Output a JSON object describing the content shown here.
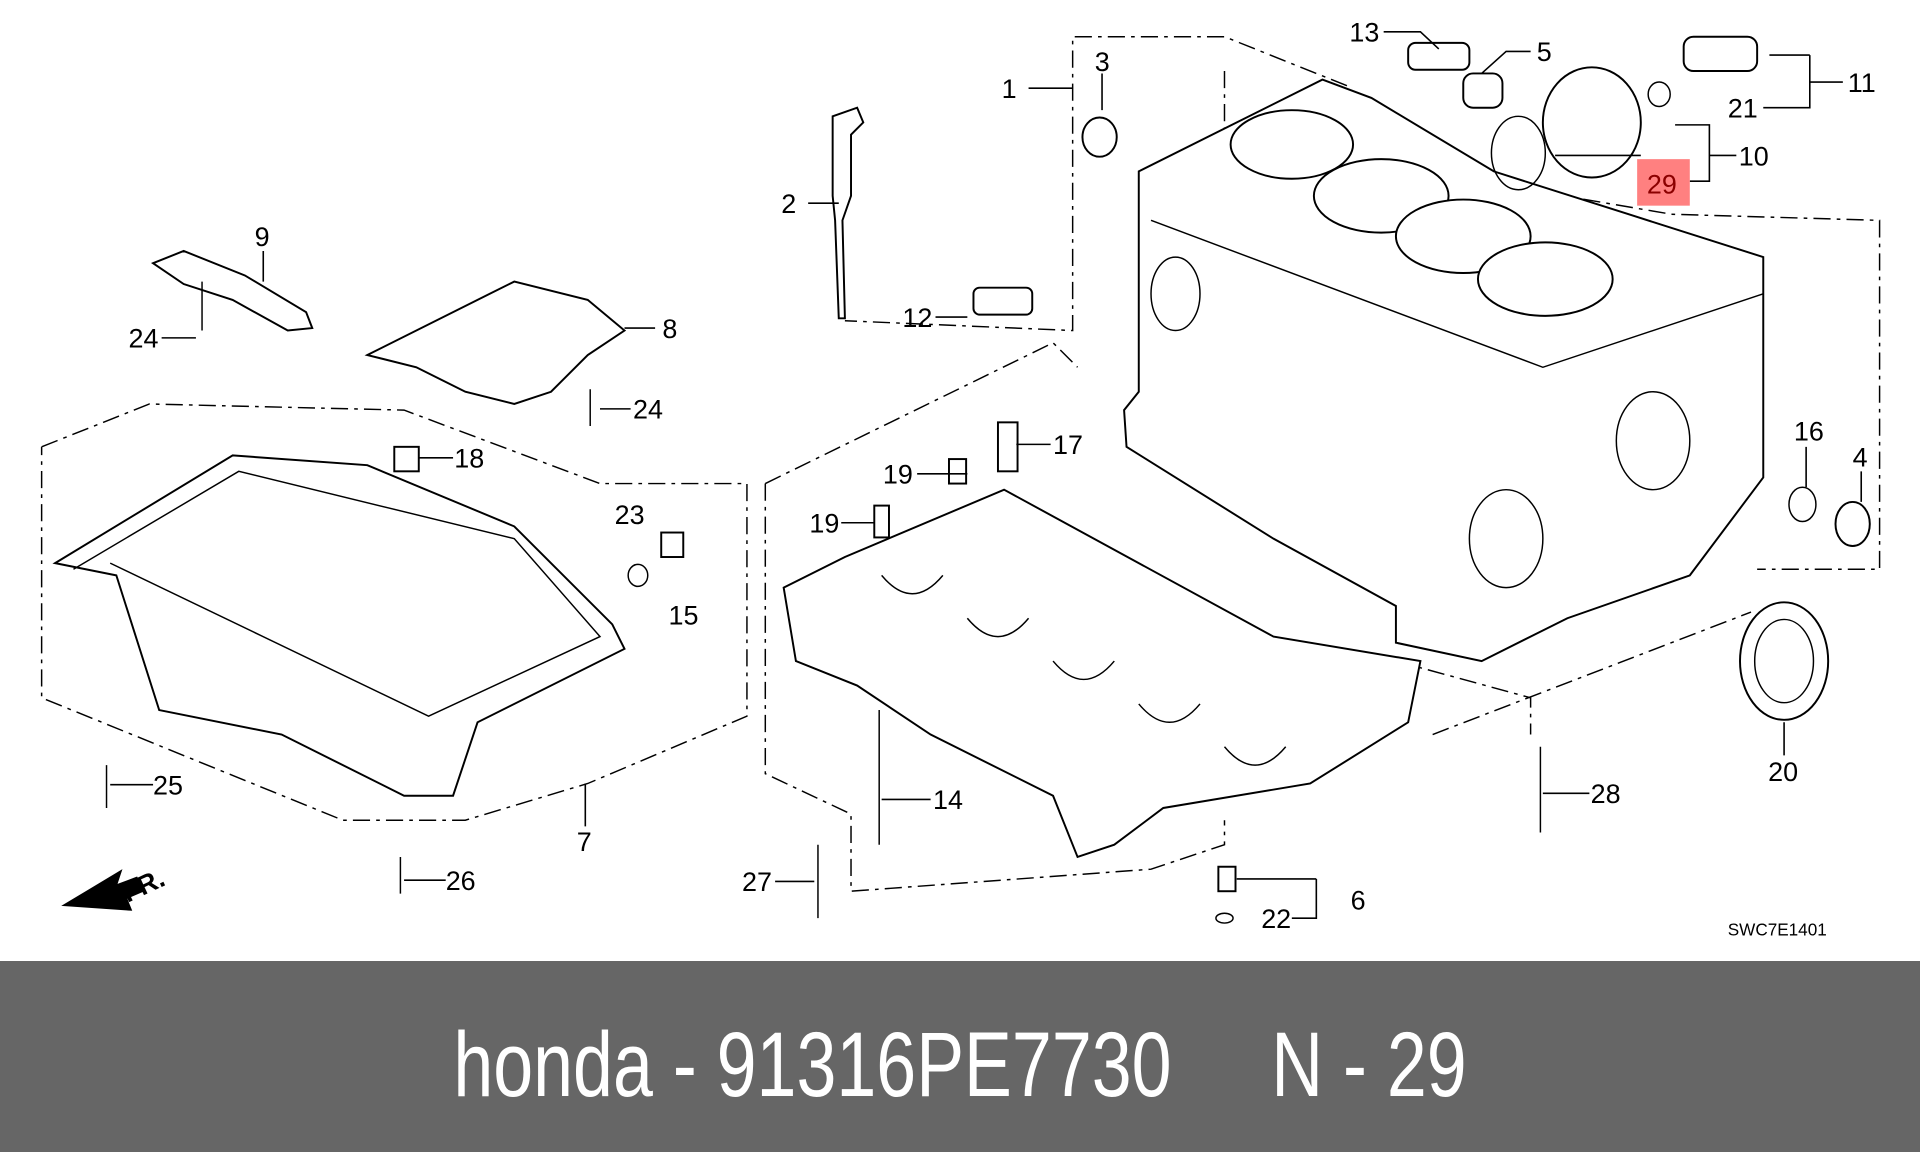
{
  "diagram": {
    "code": "SWC7E1401",
    "front_marker": "FR.",
    "highlighted_callout": "29",
    "highlight_color": "#ff8080",
    "callouts": [
      "1",
      "2",
      "3",
      "4",
      "5",
      "6",
      "7",
      "8",
      "9",
      "10",
      "11",
      "12",
      "13",
      "14",
      "15",
      "16",
      "17",
      "18",
      "19",
      "19",
      "20",
      "21",
      "22",
      "23",
      "24",
      "24",
      "25",
      "26",
      "27",
      "28",
      "29"
    ]
  },
  "footer": {
    "caption": "honda - 91316PE7730     N - 29",
    "background": "#666666"
  }
}
